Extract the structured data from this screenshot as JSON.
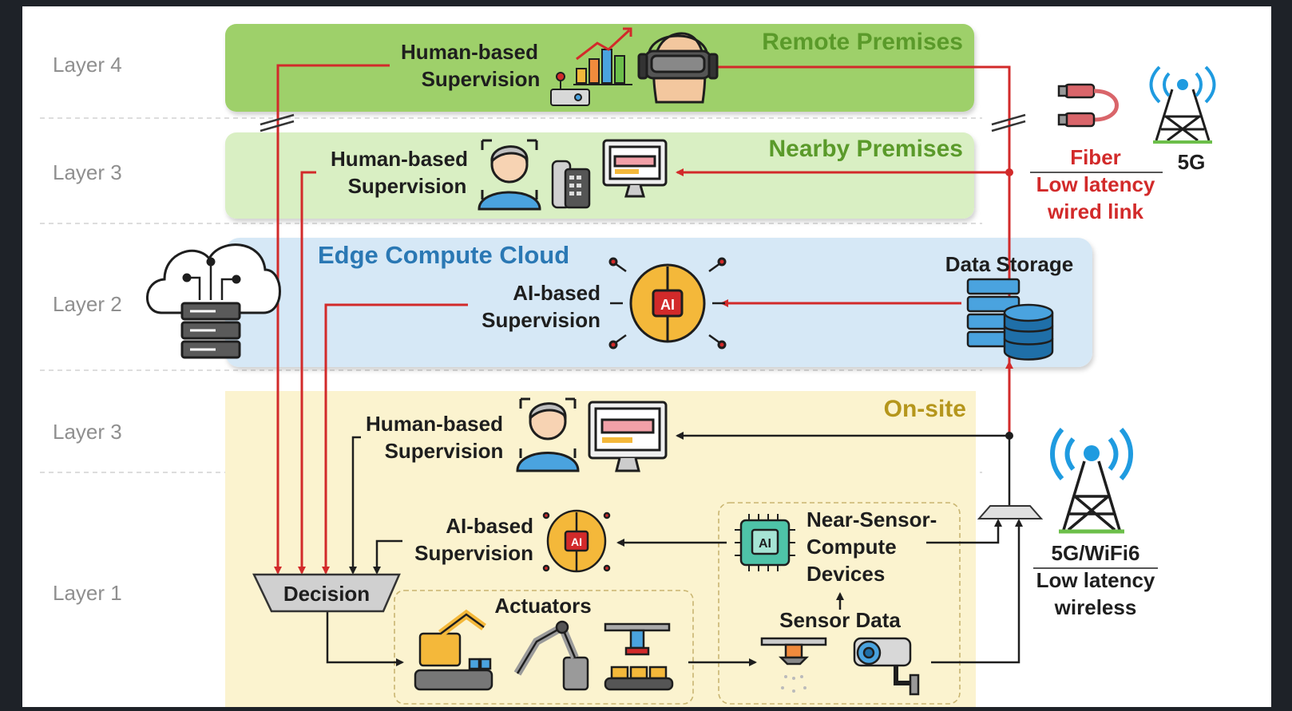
{
  "layers": {
    "l4": "Layer 4",
    "l3_top": "Layer 3",
    "l2": "Layer 2",
    "l3_bottom": "Layer 3",
    "l1": "Layer 1"
  },
  "zones": {
    "remote": "Remote Premises",
    "nearby": "Nearby Premises",
    "edge": "Edge Compute Cloud",
    "onsite": "On-site"
  },
  "nodes": {
    "remote_sup": [
      "Human-based",
      "Supervision"
    ],
    "nearby_sup": [
      "Human-based",
      "Supervision"
    ],
    "edge_sup": [
      "AI-based",
      "Supervision"
    ],
    "data_storage": "Data Storage",
    "onsite_human_sup": [
      "Human-based",
      "Supervision"
    ],
    "onsite_ai_sup": [
      "AI-based",
      "Supervision"
    ],
    "near_sensor": [
      "Near-Sensor-",
      "Compute",
      "Devices"
    ],
    "decision": "Decision",
    "actuators": "Actuators",
    "sensor_data": "Sensor Data",
    "ai_chip": "AI"
  },
  "links": {
    "fiber": "Fiber",
    "fiber_desc": [
      "Low latency",
      "wired link"
    ],
    "g5": "5G",
    "wireless": "5G/WiFi6",
    "wireless_desc": [
      "Low latency",
      "wireless"
    ]
  },
  "colors": {
    "red_line": "#d22a2a",
    "black_line": "#1e1e1e",
    "remote_bg": "#9ed06a",
    "nearby_bg": "#d9efc3",
    "edge_bg": "#d6e8f6",
    "onsite_bg": "#fbf3cf",
    "tower_blue": "#1f9be0"
  }
}
